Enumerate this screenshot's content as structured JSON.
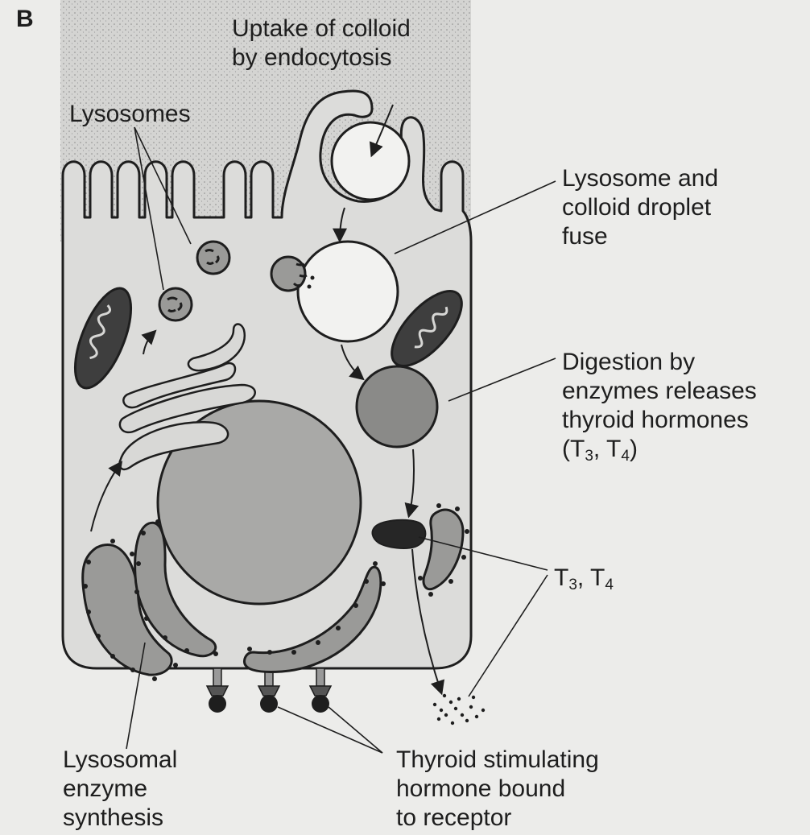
{
  "panel_letter": "B",
  "labels": {
    "uptake": [
      "Uptake of colloid",
      "by endocytosis"
    ],
    "lysosomes": "Lysosomes",
    "fuse": [
      "Lysosome and",
      "colloid droplet",
      "fuse"
    ],
    "digestion": [
      "Digestion by",
      "enzymes releases",
      "thyroid hormones"
    ],
    "digestion_hormones": {
      "open": "(T",
      "sub1": "3",
      "mid": ", T",
      "sub2": "4",
      "close": ")"
    },
    "t3t4": {
      "t": "T",
      "sub1": "3",
      "mid": ", T",
      "sub2": "4"
    },
    "synthesis": [
      "Lysosomal",
      "enzyme",
      "synthesis"
    ],
    "tsh": [
      "Thyroid stimulating",
      "hormone bound",
      "to receptor"
    ]
  },
  "colors": {
    "background": "#ececea",
    "colloid": "#d4d4d2",
    "cell": "#dcdcda",
    "outline": "#1e1e1e",
    "nucleus": "#a9a9a7",
    "organelle": "#9a9a98",
    "droplet": "#8a8a88",
    "mitochondria": "#3e3e3e",
    "dark": "#262626"
  }
}
